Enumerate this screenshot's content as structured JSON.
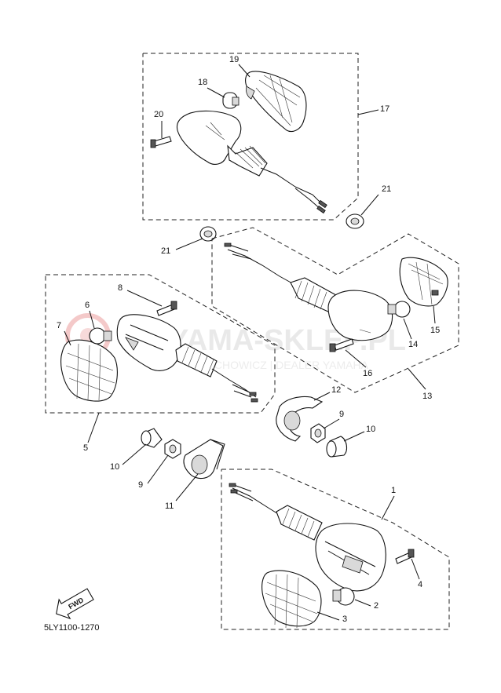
{
  "diagram_code": "5LY1100-1270",
  "fwd_label": "FWD",
  "watermark": {
    "main": "YAMA-SKLEP.PL",
    "sub": "TECHOWICZ | DEALER YAMAHA"
  },
  "callouts": {
    "c1": "1",
    "c2": "2",
    "c3": "3",
    "c4": "4",
    "c5": "5",
    "c6": "6",
    "c7": "7",
    "c8": "8",
    "c9a": "9",
    "c9b": "9",
    "c10a": "10",
    "c10b": "10",
    "c11": "11",
    "c12": "12",
    "c13": "13",
    "c14": "14",
    "c15": "15",
    "c16": "16",
    "c17": "17",
    "c18": "18",
    "c19": "19",
    "c20": "20",
    "c21a": "21",
    "c21b": "21"
  },
  "colors": {
    "line": "#111111",
    "watermark": "#e9e9e9",
    "watermark_logo": "#f4c9c9"
  }
}
